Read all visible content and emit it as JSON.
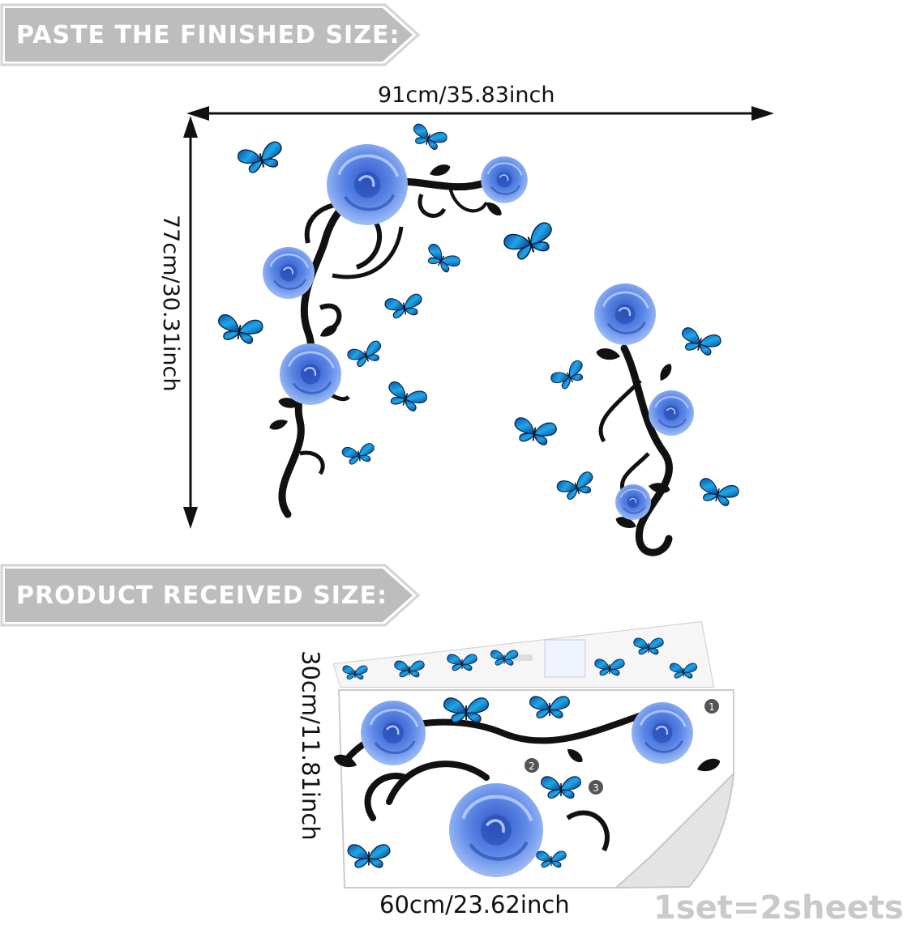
{
  "banners": {
    "finished": "PASTE THE FINISHED SIZE:",
    "received": "PRODUCT RECEIVED SIZE:"
  },
  "finished_size": {
    "width": "91cm/35.83inch",
    "height": "77cm/30.31inch"
  },
  "received_size": {
    "height": "30cm/11.81inch",
    "width": "60cm/23.62inch"
  },
  "set_note": "1set=2sheets",
  "sheet_numbers": [
    "1",
    "2",
    "3"
  ],
  "colors": {
    "banner_gray": "#bdbdbd",
    "banner_border": "#d8d8d8",
    "rose_blue": "#4a78e0",
    "rose_light": "#8fb0f0",
    "butterfly_blue": "#1e9bd8",
    "vine_black": "#111111"
  }
}
